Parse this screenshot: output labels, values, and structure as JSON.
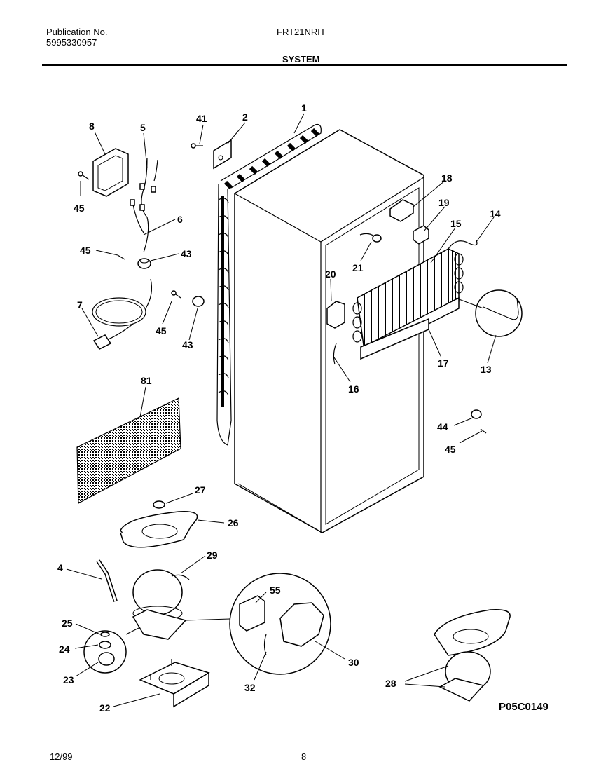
{
  "header": {
    "pub_label": "Publication No.",
    "pub_number": "5995330957",
    "model": "FRT21NRH",
    "section": "SYSTEM"
  },
  "footer": {
    "date": "12/99",
    "page": "8"
  },
  "diagram_code": "P05C0149",
  "callouts": {
    "c1": "1",
    "c2": "2",
    "c41": "41",
    "c8": "8",
    "c5": "5",
    "c45a": "45",
    "c6": "6",
    "c45b": "45",
    "c43a": "43",
    "c7": "7",
    "c45c": "45",
    "c43b": "43",
    "c18": "18",
    "c19": "19",
    "c14": "14",
    "c15": "15",
    "c21": "21",
    "c20": "20",
    "c17": "17",
    "c13": "13",
    "c16": "16",
    "c44": "44",
    "c45d": "45",
    "c81": "81",
    "c27": "27",
    "c26": "26",
    "c29": "29",
    "c4": "4",
    "c55": "55",
    "c25": "25",
    "c24": "24",
    "c23": "23",
    "c30": "30",
    "c32": "32",
    "c22": "22",
    "c28": "28"
  }
}
